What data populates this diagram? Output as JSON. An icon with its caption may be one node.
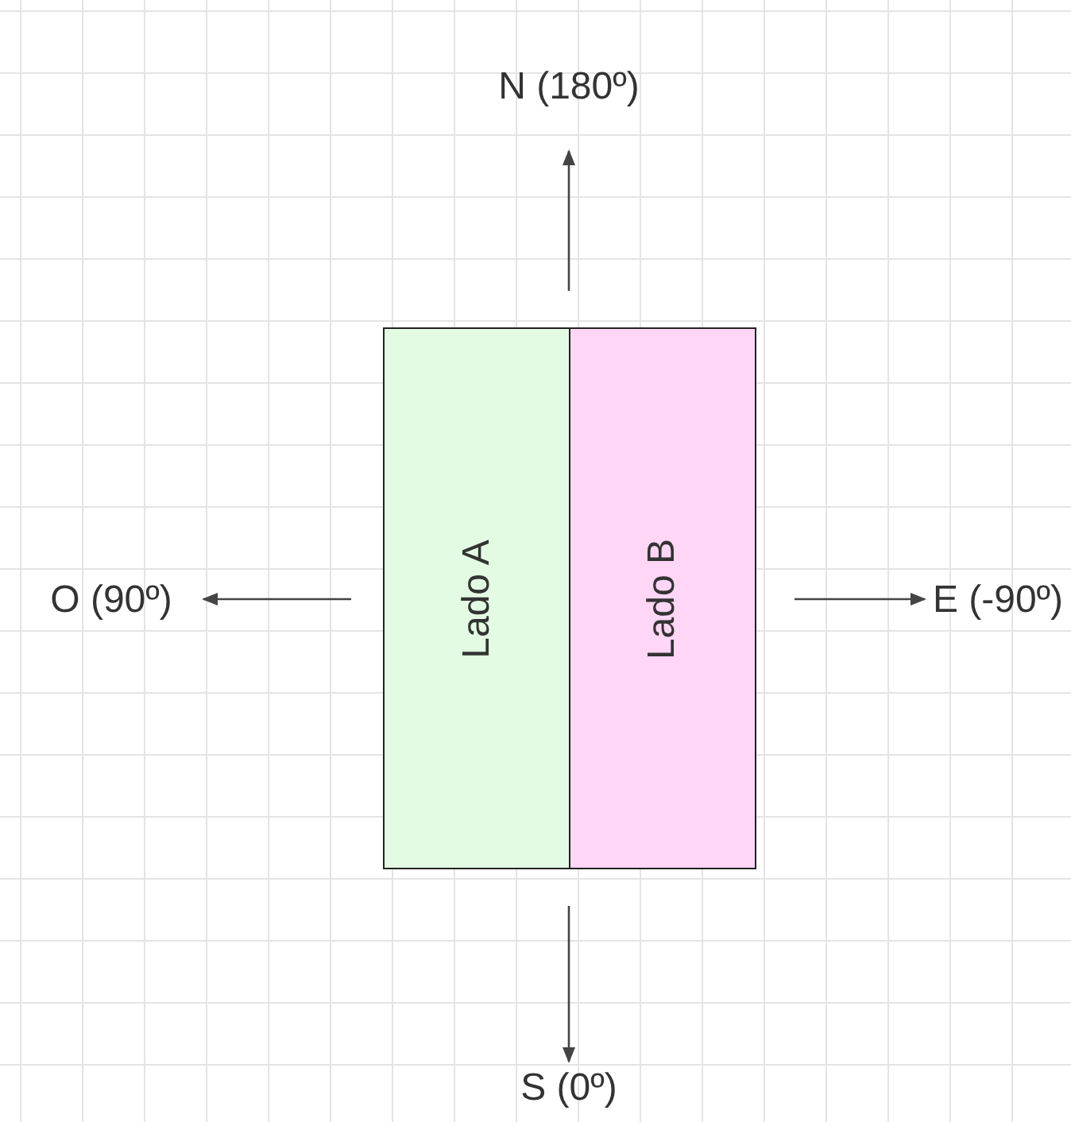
{
  "diagram": {
    "nodes": [
      {
        "text": [
          "Lado A"
        ]
      },
      {
        "text": [
          "Lado B"
        ]
      },
      {
        "text": [
          "N (180º)"
        ]
      },
      {
        "text": [
          "O (90º)"
        ]
      },
      {
        "text": [
          "E (-90º)"
        ]
      },
      {
        "text": [
          "S (0º)"
        ]
      }
    ],
    "edges": [
      {
        "from": null,
        "to": 2,
        "arrow": "to"
      },
      {
        "from": null,
        "to": 3,
        "arrow": "to"
      },
      {
        "from": null,
        "to": 4,
        "arrow": "to"
      },
      {
        "from": null,
        "to": 5,
        "arrow": "to"
      }
    ]
  }
}
